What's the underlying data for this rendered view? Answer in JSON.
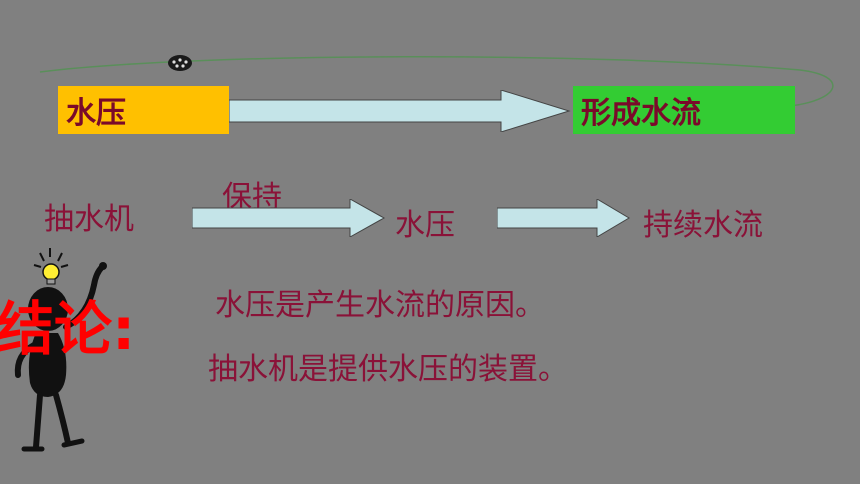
{
  "top_row": {
    "left_box": {
      "label": "水压",
      "color": "#ffc000"
    },
    "right_box": {
      "label": "形成水流",
      "color": "#33cc33"
    }
  },
  "middle_row": {
    "source": "抽水机",
    "arrow1_label": "保持",
    "middle": "水压",
    "result": "持续水流"
  },
  "conclusion": {
    "heading": "结论:",
    "line1": "水压是产生水流的原因。",
    "line2": "抽水机是提供水压的装置。"
  },
  "colors": {
    "background": "#808080",
    "arrow_fill": "#c4e4e8",
    "text": "#8a1238",
    "heading": "#ff0000"
  }
}
